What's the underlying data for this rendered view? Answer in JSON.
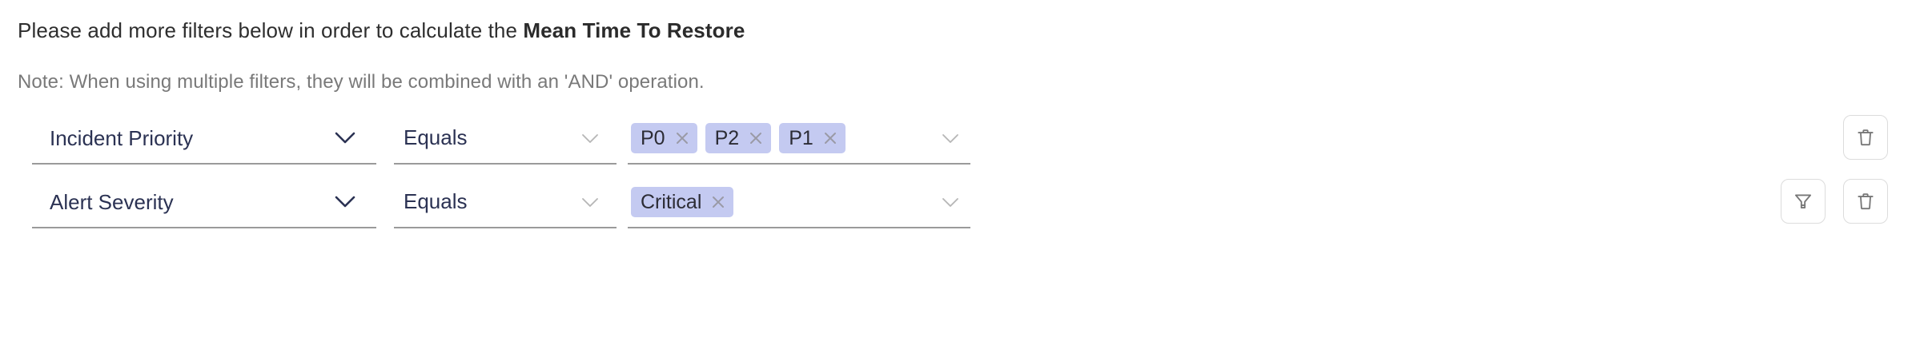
{
  "heading": {
    "lead": "Please add more filters below in order to calculate the ",
    "metric": "Mean Time To Restore"
  },
  "note": {
    "text": "Note: When using multiple filters, they will be combined with an 'AND' operation."
  },
  "colors": {
    "chip_background": "#c4caf1",
    "chip_text": "#2c2c35",
    "select_text": "#2b3253",
    "note_text": "#797979",
    "heading_text": "#2e2e2e",
    "underline": "#9a9a9a",
    "icon_button_border": "#dcdcdc",
    "icon_stroke": "#777777"
  },
  "filters": [
    {
      "field": {
        "value": "Incident Priority",
        "chevron_icon": "chevron-down-icon"
      },
      "operator": {
        "value": "Equals",
        "chevron_icon": "chevron-down-icon"
      },
      "values": {
        "chips": [
          {
            "label": "P0",
            "remove_icon": "close-icon"
          },
          {
            "label": "P2",
            "remove_icon": "close-icon"
          },
          {
            "label": "P1",
            "remove_icon": "close-icon"
          }
        ],
        "chevron_icon": "chevron-down-icon"
      },
      "actions": [
        {
          "name": "delete-filter-button",
          "icon": "trash-icon"
        }
      ]
    },
    {
      "field": {
        "value": "Alert Severity",
        "chevron_icon": "chevron-down-icon"
      },
      "operator": {
        "value": "Equals",
        "chevron_icon": "chevron-down-icon"
      },
      "values": {
        "chips": [
          {
            "label": "Critical",
            "remove_icon": "close-icon"
          }
        ],
        "chevron_icon": "chevron-down-icon"
      },
      "actions": [
        {
          "name": "add-filter-button",
          "icon": "funnel-icon"
        },
        {
          "name": "delete-filter-button",
          "icon": "trash-icon"
        }
      ]
    }
  ]
}
